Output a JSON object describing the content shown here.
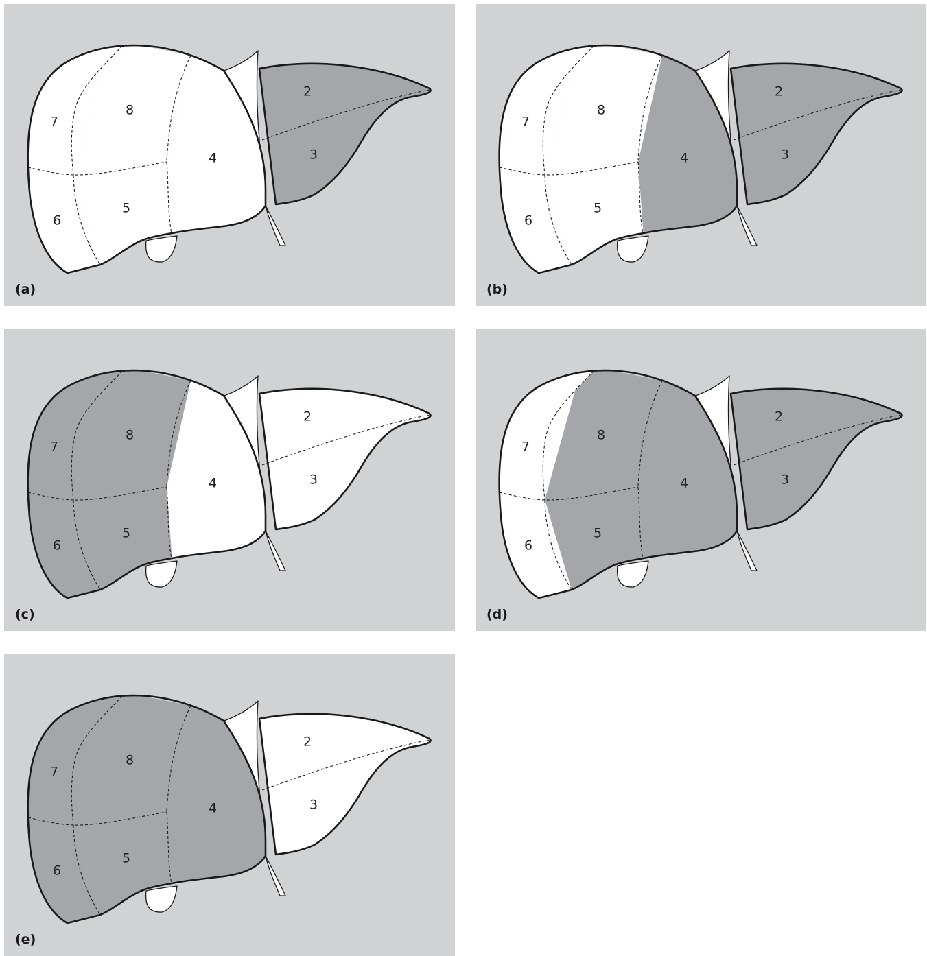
{
  "colors": {
    "background": "#d1d2d4",
    "shaded": "#a5a6a9",
    "unshaded": "#ffffff",
    "outline": "#1a1a1a"
  },
  "segment_labels": [
    "2",
    "3",
    "4",
    "5",
    "6",
    "7",
    "8"
  ],
  "panels": [
    {
      "id": "a",
      "label": "(a)",
      "shaded_segments": [
        "2",
        "3"
      ]
    },
    {
      "id": "b",
      "label": "(b)",
      "shaded_segments": [
        "2",
        "3",
        "4"
      ]
    },
    {
      "id": "c",
      "label": "(c)",
      "shaded_segments": [
        "5",
        "6",
        "7",
        "8"
      ]
    },
    {
      "id": "d",
      "label": "(d)",
      "shaded_segments": [
        "2",
        "3",
        "4",
        "5",
        "8"
      ]
    },
    {
      "id": "e",
      "label": "(e)",
      "shaded_segments": [
        "4",
        "5",
        "6",
        "7",
        "8"
      ]
    }
  ]
}
